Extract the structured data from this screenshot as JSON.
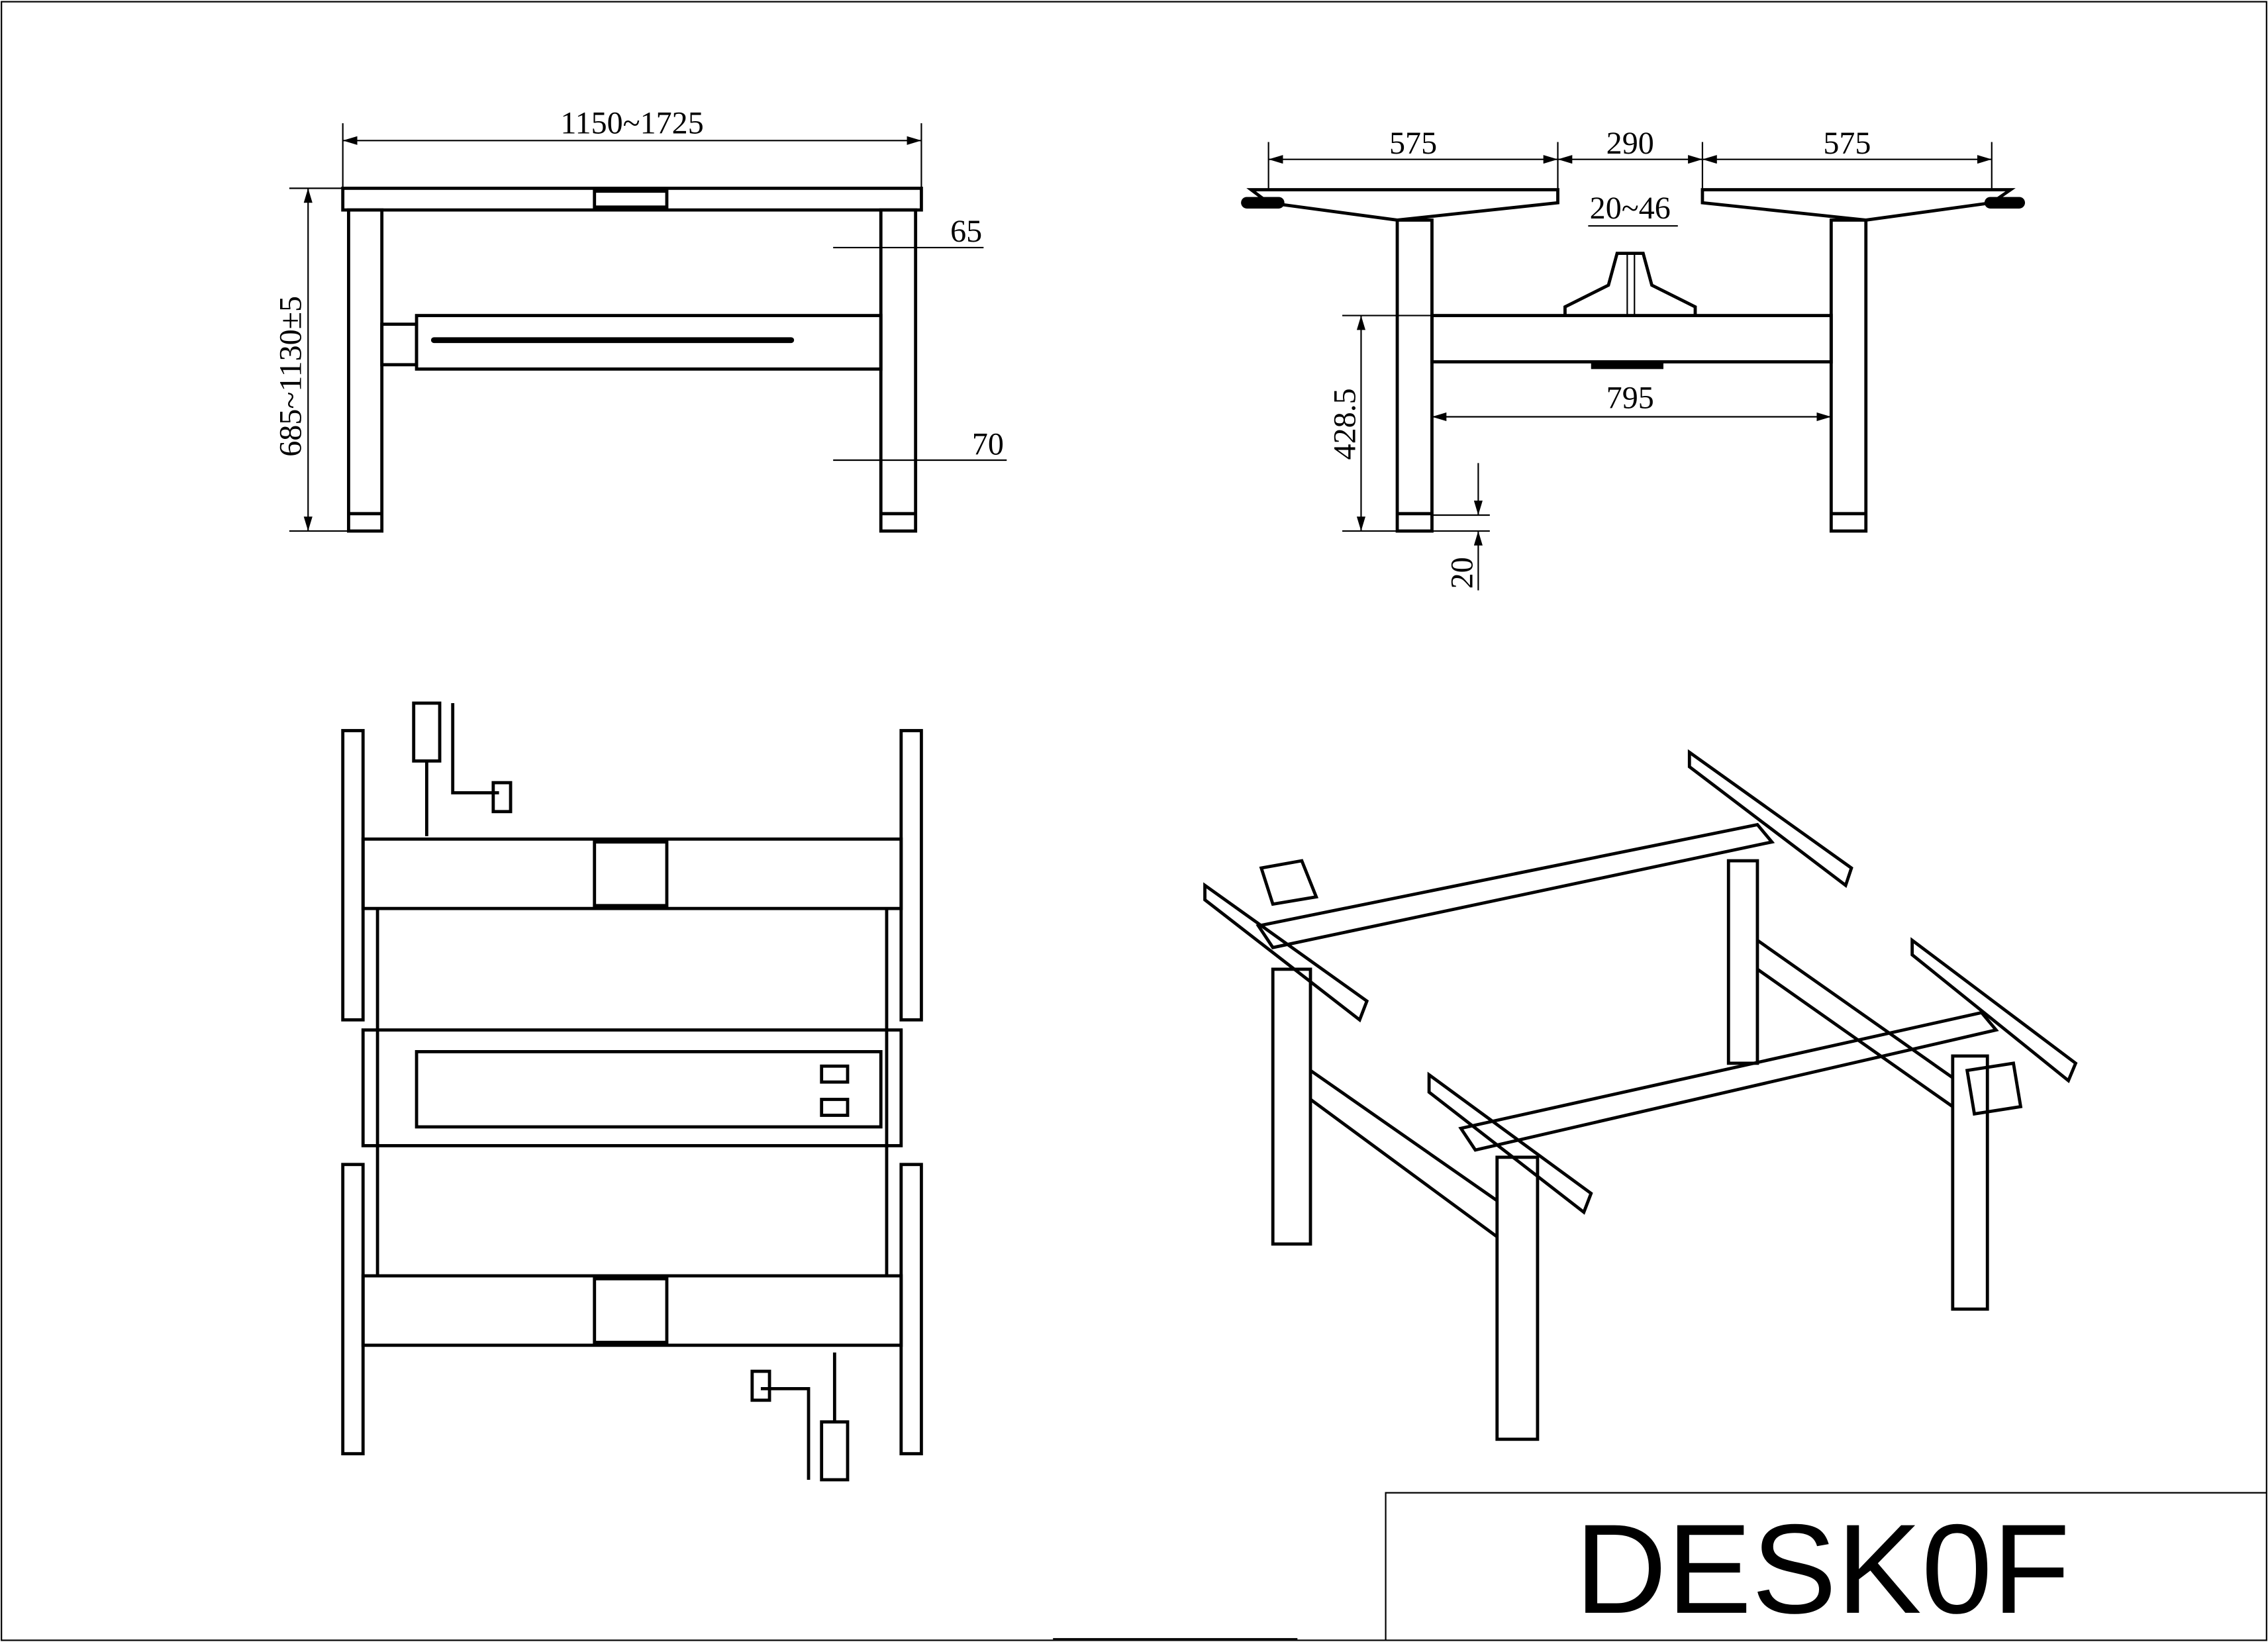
{
  "front_view": {
    "width_dim": "1150~1725",
    "height_dim": "685~1130±5",
    "leg_width_top": "65",
    "leg_width_bottom": "70"
  },
  "side_view": {
    "top_left_depth": "575",
    "gap": "290",
    "top_right_depth": "575",
    "bracket_range": "20~46",
    "crossbar_length": "795",
    "crossbar_height": "428.5",
    "foot_height": "20"
  },
  "title_block": {
    "model": "DESK0F"
  }
}
